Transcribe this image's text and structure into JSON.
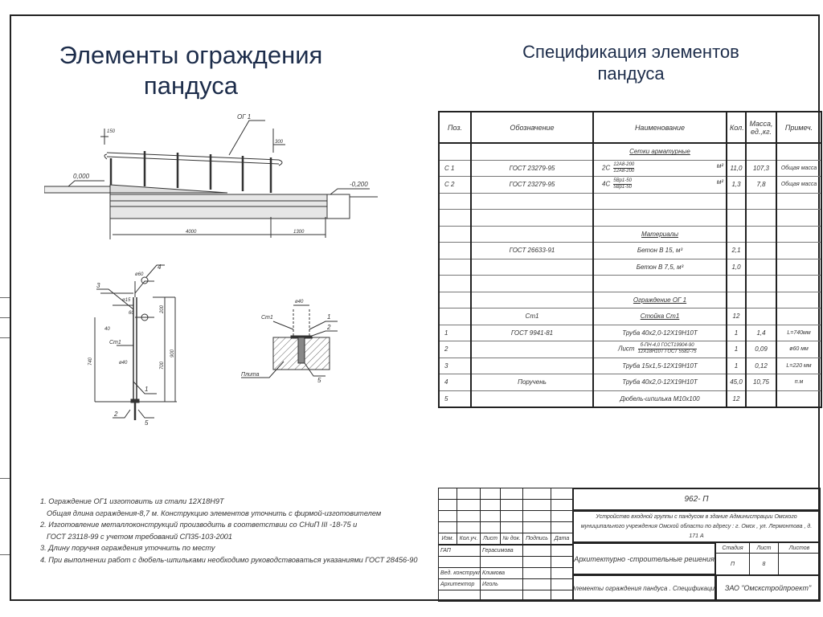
{
  "slide": {
    "title_left": "Элементы ограждения пандуса",
    "title_right": "Спецификация элементов пандуса"
  },
  "drawing_section": {
    "label_og": "ОГ 1",
    "level_top": "0,000",
    "level_bottom": "-0,200",
    "dim_150": "150",
    "dim_300": "300",
    "dim_4000": "4000",
    "dim_1300": "1300"
  },
  "drawing_post": {
    "labels": [
      "1",
      "2",
      "3",
      "4",
      "5"
    ],
    "st1": "Ст1",
    "d60": "ø60",
    "d40": "ø40",
    "d15": "ø15",
    "dim_740": "740",
    "dim_900": "900",
    "dim_700": "700",
    "dim_200": "200",
    "dim_60": "60",
    "dim_40": "40"
  },
  "drawing_detail": {
    "st1": "Ст1",
    "d40": "ø40",
    "slab": "Плита",
    "labels": [
      "1",
      "2",
      "5"
    ]
  },
  "spec": {
    "headers": [
      "Поз.",
      "Обозначение",
      "Наименование",
      "Кол.",
      "Масса, ед.,кг.",
      "Примеч."
    ],
    "rows": [
      {
        "pos": "",
        "designation": "",
        "name": "Сетки арматурные",
        "section": true,
        "qty": "",
        "mass": "",
        "note": ""
      },
      {
        "pos": "С 1",
        "designation": "ГОСТ 23279-95",
        "name": "2С",
        "num": "12А8-200",
        "den": "12А8-200",
        "unit": "м²",
        "qty": "11,0",
        "mass": "107,3",
        "note": "Общая масса"
      },
      {
        "pos": "С 2",
        "designation": "ГОСТ 23279-95",
        "name": "4С",
        "num": "5Вр1-50",
        "den": "5Вр1-50",
        "unit": "м²",
        "qty": "1,3",
        "mass": "7,8",
        "note": "Общая масса"
      },
      {
        "pos": "",
        "designation": "",
        "name": "",
        "qty": "",
        "mass": "",
        "note": ""
      },
      {
        "pos": "",
        "designation": "",
        "name": "",
        "qty": "",
        "mass": "",
        "note": ""
      },
      {
        "pos": "",
        "designation": "",
        "name": "Материалы",
        "section": true,
        "qty": "",
        "mass": "",
        "note": ""
      },
      {
        "pos": "",
        "designation": "ГОСТ 26633-91",
        "name": "Бетон В 15, м³",
        "qty": "2,1",
        "mass": "",
        "note": ""
      },
      {
        "pos": "",
        "designation": "",
        "name": "Бетон В 7,5, м³",
        "qty": "1,0",
        "mass": "",
        "note": ""
      },
      {
        "pos": "",
        "designation": "",
        "name": "",
        "qty": "",
        "mass": "",
        "note": ""
      },
      {
        "pos": "",
        "designation": "",
        "name": "Ограждение ОГ 1",
        "section": true,
        "qty": "",
        "mass": "",
        "note": ""
      },
      {
        "pos": "",
        "designation": "Ст1",
        "name": "Стойка Ст1",
        "section": true,
        "qty": "12",
        "mass": "",
        "note": ""
      },
      {
        "pos": "1",
        "designation": "ГОСТ 9941-81",
        "name": "Труба 40х2,0-12Х19Н10Т",
        "qty": "1",
        "mass": "1,4",
        "note": "L=740мм"
      },
      {
        "pos": "2",
        "designation": "",
        "name": "Лист",
        "num": "б-ПН-4,0 ГОСТ19904-90",
        "den": "12Х18Н10Т ГОСТ 5582-75",
        "qty": "1",
        "mass": "0,09",
        "note": "ø60 мм"
      },
      {
        "pos": "3",
        "designation": "",
        "name": "Труба 15х1,5-12Х19Н10Т",
        "qty": "1",
        "mass": "0,12",
        "note": "L=220 мм"
      },
      {
        "pos": "4",
        "designation": "Поручень",
        "name": "Труба 40х2,0-12Х19Н10Т",
        "qty": "45,0",
        "mass": "10,75",
        "note": "п.м"
      },
      {
        "pos": "5",
        "designation": "",
        "name": "Дюбель-шпилька М10х100",
        "qty": "12",
        "mass": "",
        "note": ""
      }
    ]
  },
  "notes": [
    "1. Ограждение ОГ1 изготовить из стали 12Х18Н9Т",
    "Общая длина ограждения-8,7 м. Конструкцию элементов уточнить с фирмой-изготовителем",
    "2. Изготовление металлоконструкций производить в соответствии со СНиП III -18-75 и",
    "ГОСТ 23118-99  с учетом требований СП35-103-2001",
    "3. Длину  поручня ограждения уточнить по месту",
    "4. При выполнении работ с дюбель-шпильками необходимо руководствоваться указаниями ГОСТ 28456-90"
  ],
  "title_block": {
    "code": "962- П",
    "project": "Устройство входной группы с пандусом в здание Администрации Омского муниципального учреждения Омской области по адресу :  г. Омск , ул. Лермонтова , д. 171 А",
    "col_headers": [
      "Изм.",
      "Кол.уч.",
      "Лист",
      "№ док.",
      "Подпись",
      "Дата"
    ],
    "people": [
      {
        "role": "ГАП",
        "name": "Герасимова"
      },
      {
        "role": "Вед. конструктор",
        "name": "Климова"
      },
      {
        "role": "Архитектор",
        "name": "Иголь"
      }
    ],
    "section": "Архитектурно -строительные решения",
    "stage_label": "Стадия",
    "sheet_label": "Лист",
    "sheets_label": "Листов",
    "stage": "П",
    "sheet": "8",
    "sheets": "",
    "sheet_title": "Элементы ограждения пандуса . Спецификация",
    "company": "ЗАО  \"Омскстройпроект\""
  }
}
